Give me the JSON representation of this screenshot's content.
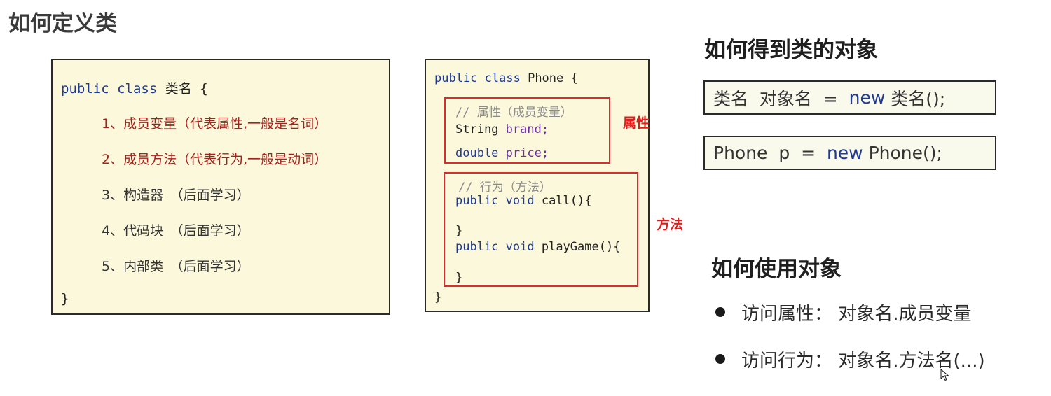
{
  "left": {
    "title": "如何定义类",
    "code": {
      "kw_public": "public",
      "kw_class": "class",
      "class_name": "类名",
      "open_brace": "{",
      "close_brace": "}",
      "items": [
        "1、成员变量（代表属性,一般是名词）",
        "2、成员方法（代表行为,一般是动词）",
        "3、构造器　（后面学习）",
        "4、代码块　（后面学习）",
        "5、内部类　（后面学习）"
      ]
    }
  },
  "example": {
    "header_kw": "public class",
    "header_name": "Phone {",
    "attr_comment": "// 属性（成员变量）",
    "attr_line1_type": "String",
    "attr_line1_name": "brand;",
    "attr_line2_type": "double",
    "attr_line2_name": "price;",
    "method_comment": "// 行为（方法）",
    "m1_kw": "public void",
    "m1_name": "call(){",
    "m1_close": "}",
    "m2_kw": "public void",
    "m2_name": "playGame(){",
    "m2_close": "}",
    "class_close": "}",
    "label_attr": "属性",
    "label_method": "方法"
  },
  "object": {
    "title": "如何得到类的对象",
    "syntax1_a": "类名  对象名  =  ",
    "syntax1_new": "new",
    "syntax1_b": " 类名();",
    "syntax2_a": "Phone  p  =  ",
    "syntax2_new": "new",
    "syntax2_b": " Phone();"
  },
  "usage": {
    "title": "如何使用对象",
    "bullets": [
      "访问属性：  对象名.成员变量",
      "访问行为：  对象名.方法名(...)"
    ]
  },
  "colors": {
    "keyword": "#1f3a93",
    "highlight_red": "#d92d2d",
    "code_bg": "#fbf8dc"
  },
  "icons": {
    "cursor": "mouse-pointer-icon",
    "bullet": "bullet-dot-icon"
  }
}
